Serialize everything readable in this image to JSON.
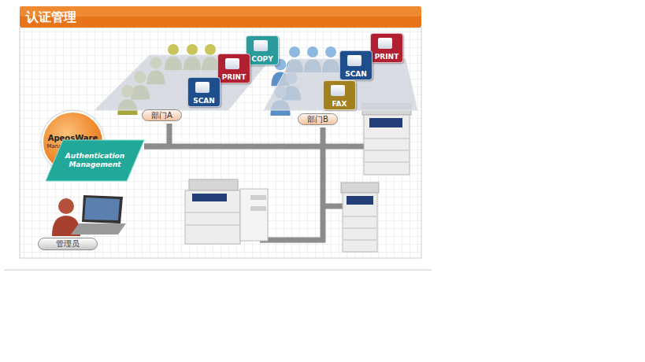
{
  "diagram": {
    "title": "认证管理",
    "nodes": [
      {
        "text": [
          "部门A"
        ]
      },
      {
        "text": [
          "COPY"
        ],
        "in": 0
      },
      {
        "text": [
          "PRINT"
        ],
        "in": 0
      },
      {
        "text": [
          "SCAN"
        ],
        "in": 0
      },
      {
        "text": [
          "部门B"
        ]
      },
      {
        "text": [
          "PRINT"
        ],
        "in": 4
      },
      {
        "text": [
          "SCAN"
        ],
        "in": 4
      },
      {
        "text": [
          "FAX"
        ],
        "in": 4
      },
      {
        "text": [
          "ApeosWare",
          "Management Suite"
        ]
      },
      {
        "text": [
          "Authentication Management"
        ]
      },
      {
        "text": [
          "管理员"
        ]
      }
    ],
    "edges": [
      {
        "from": 9,
        "to": 0,
        "arrow": "none"
      },
      {
        "from": 9,
        "to": 4,
        "arrow": "none"
      }
    ]
  }
}
